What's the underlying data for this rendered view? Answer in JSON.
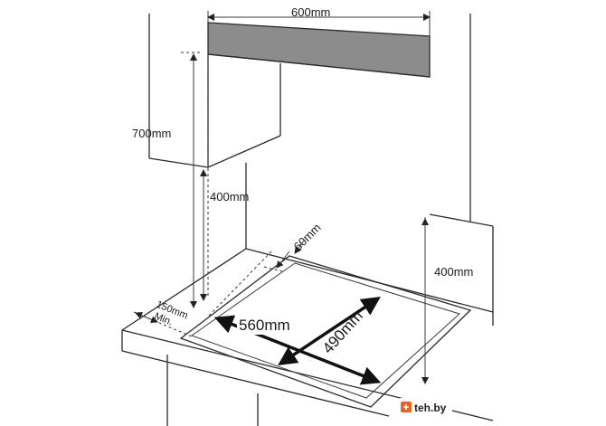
{
  "dimensions": {
    "hood_width": "600mm",
    "hood_height": "700mm",
    "cabinet_clearance": "400mm",
    "side_clearance": "400mm",
    "rear_clearance": "60mm",
    "front_clearance_value": "150mm",
    "front_clearance_note": "Min.",
    "cutout_width": "560mm",
    "cutout_depth": "490mm"
  },
  "watermark": {
    "text": "teh.by",
    "icon": "logo-icon"
  },
  "colors": {
    "hood": "#8c8c8c",
    "lines": "#2a2a2a",
    "watermark_orange": "#e8641e"
  }
}
